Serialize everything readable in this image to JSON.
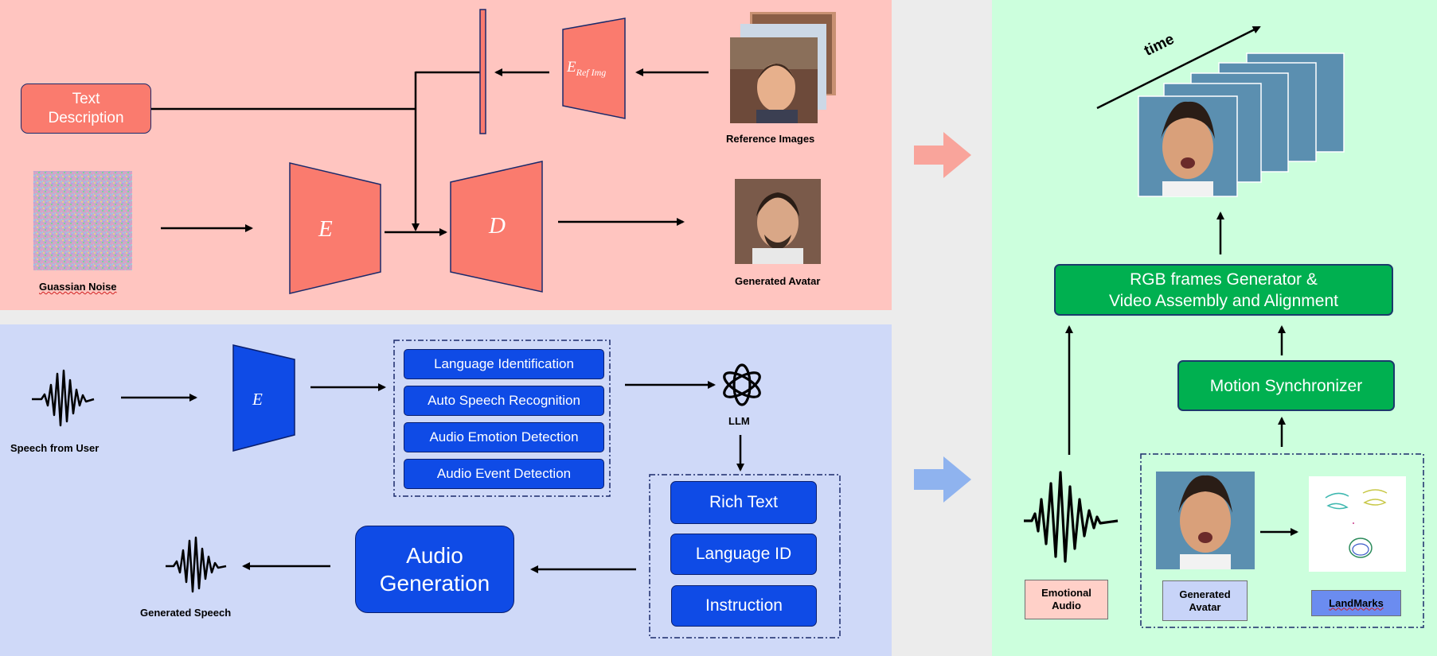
{
  "top_panel": {
    "text_description": "Text\nDescription",
    "encoder_ref_label": "E",
    "encoder_ref_sub": "Ref Img",
    "encoder_label": "E",
    "decoder_label": "D",
    "reference_images_label": "Reference Images",
    "noise_label": "Guassian Noise",
    "generated_avatar_label": "Generated Avatar"
  },
  "bottom_panel": {
    "speech_from_user_label": "Speech from User",
    "encoder_label": "E",
    "tasks": [
      "Language Identification",
      "Auto Speech Recognition",
      "Audio Emotion Detection",
      "Audio Event Detection"
    ],
    "llm_label": "LLM",
    "outputs": [
      "Rich Text",
      "Language ID",
      "Instruction"
    ],
    "audio_generation": "Audio\nGeneration",
    "generated_speech_label": "Generated Speech"
  },
  "right_panel": {
    "time_label": "time",
    "rgb_generator": "RGB frames Generator &\nVideo Assembly and Alignment",
    "motion_synchronizer": "Motion Synchronizer",
    "emotional_audio": "Emotional\nAudio",
    "generated_avatar": "Generated\nAvatar",
    "landmarks": "LandMarks"
  },
  "colors": {
    "top_bg": "#ffc5c0",
    "bottom_bg": "#cfd9f8",
    "right_bg": "#ccffdd",
    "salmon": "#fa7b6e",
    "blue": "#0f4be6",
    "green": "#00b050",
    "pink_arrow": "#f9a49b",
    "blue_arrow": "#8fb3ef"
  }
}
